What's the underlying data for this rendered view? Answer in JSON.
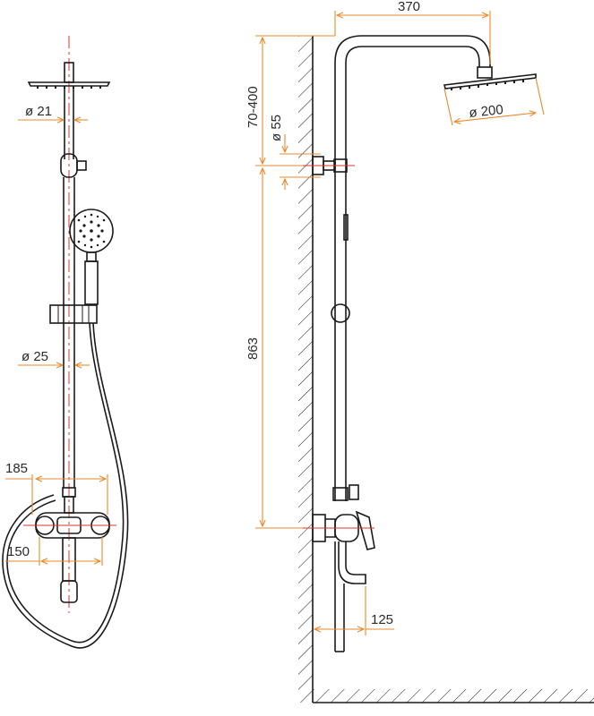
{
  "colors": {
    "dimension": "#e8892b",
    "centerline": "#d9342b",
    "outline": "#1a1a1a"
  },
  "front_view": {
    "top_pipe_diameter": "ø 21",
    "rail_diameter": "ø 25",
    "mixer_width": "185",
    "inlet_spacing": "150"
  },
  "side_view": {
    "arm_reach": "370",
    "head_height_range": "70-400",
    "holder_diameter": "ø 55",
    "head_diameter": "ø 200",
    "mixer_to_holder": "863",
    "spout_reach": "125"
  }
}
